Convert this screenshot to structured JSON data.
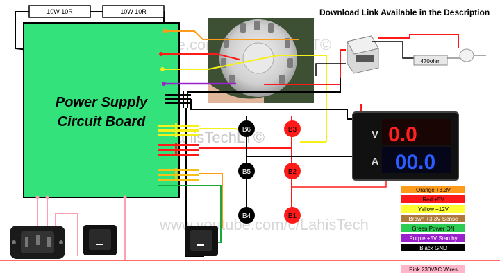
{
  "header": {
    "download_note": "Download Link Available in the Description"
  },
  "watermarks": [
    "https://www.youtube.com/c/LahisTechLT©",
    "www.youtube.com/c/LahisTechLT©",
    "www.youtube.com/c/LahisTech"
  ],
  "resistors": [
    {
      "label": "10W 10R"
    },
    {
      "label": "10W 10R"
    }
  ],
  "pcb": {
    "line1": "Power Supply",
    "line2": "Circuit Board",
    "color": "#33e27a"
  },
  "led_resistor": {
    "label": "470ohm"
  },
  "voltmeter": {
    "v_label": "V",
    "a_label": "A",
    "voltage": "0.0",
    "current": "00.0"
  },
  "buttons_black": [
    {
      "label": "B6"
    },
    {
      "label": "B5"
    },
    {
      "label": "B4"
    }
  ],
  "buttons_red": [
    {
      "label": "B3"
    },
    {
      "label": "B2"
    },
    {
      "label": "B1"
    }
  ],
  "legend": [
    {
      "label": "Orange +3.3V",
      "bg": "#ff9b1a",
      "fg": "#000000"
    },
    {
      "label": "Red +5V",
      "bg": "#ff1a1a",
      "fg": "#000000"
    },
    {
      "label": "Yellow +12V",
      "bg": "#ffff33",
      "fg": "#000000"
    },
    {
      "label": "Brown +3.3V Sense",
      "bg": "#b07a3a",
      "fg": "#ffffff"
    },
    {
      "label": "Green Power ON",
      "bg": "#2dcc54",
      "fg": "#000000"
    },
    {
      "label": "Purple +5V Stan.by",
      "bg": "#9a22cc",
      "fg": "#ffffff"
    },
    {
      "label": "Black GND",
      "bg": "#000000",
      "fg": "#ffffff"
    }
  ],
  "pink_label": {
    "label": "Pink 230VAC Wires",
    "bg": "#ffb6c8"
  },
  "colors": {
    "orange": "#ff9b1a",
    "red": "#ff1a1a",
    "yellow": "#f5ef1a",
    "purple": "#9a22cc",
    "black": "#000000",
    "green": "#1aa83a",
    "pink": "#ff9fb2",
    "brown": "#b07a3a"
  }
}
